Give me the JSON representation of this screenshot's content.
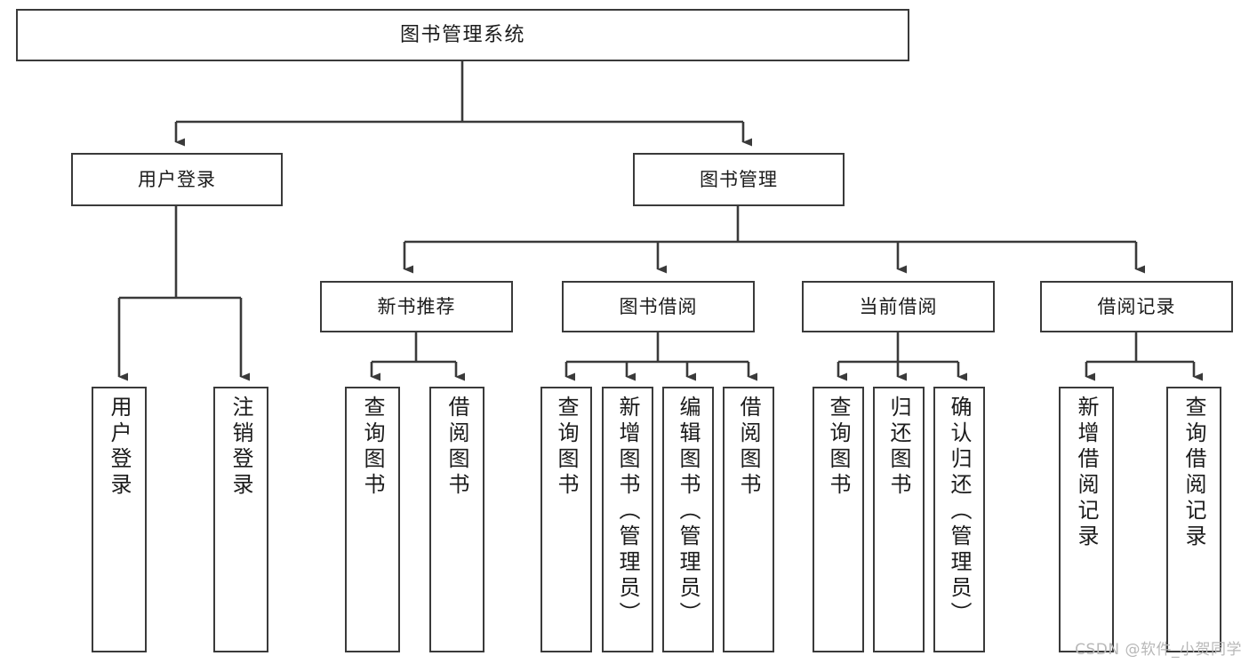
{
  "diagram": {
    "title": "图书管理系统",
    "type": "tree-hierarchy",
    "root": {
      "label": "图书管理系统"
    },
    "level2": [
      {
        "label": "用户登录"
      },
      {
        "label": "图书管理"
      }
    ],
    "level3": [
      {
        "label": "新书推荐"
      },
      {
        "label": "图书借阅"
      },
      {
        "label": "当前借阅"
      },
      {
        "label": "借阅记录"
      }
    ],
    "leaves": {
      "user_login": [
        {
          "label": "用户登录"
        },
        {
          "label": "注销登录"
        }
      ],
      "new_book_recommend": [
        {
          "label": "查询图书"
        },
        {
          "label": "借阅图书"
        }
      ],
      "book_borrow": [
        {
          "label": "查询图书"
        },
        {
          "label": "新增图书（管理员）"
        },
        {
          "label": "编辑图书（管理员）"
        },
        {
          "label": "借阅图书"
        }
      ],
      "current_borrow": [
        {
          "label": "查询图书"
        },
        {
          "label": "归还图书"
        },
        {
          "label": "确认归还（管理员）"
        }
      ],
      "borrow_record": [
        {
          "label": "新增借阅记录"
        },
        {
          "label": "查询借阅记录"
        }
      ]
    }
  },
  "watermark": {
    "text": "CSDN @软件_小贺同学"
  },
  "colors": {
    "border": "#3a3a3a",
    "fill": "#ffffff",
    "text": "#1b1b1b",
    "watermark": "#b8b8b8"
  }
}
